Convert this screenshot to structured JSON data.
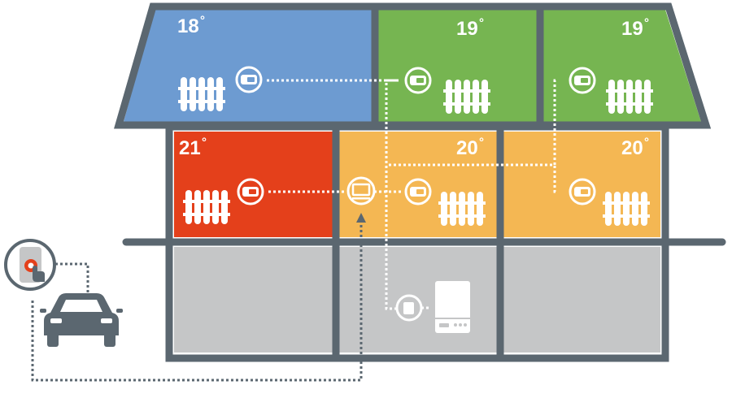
{
  "colors": {
    "frame": "#5b6770",
    "blue": "#6d9bd1",
    "green": "#76b551",
    "red": "#e4401b",
    "orange": "#f4b753",
    "grey": "#c5c6c7"
  },
  "rooms": {
    "attic_left": {
      "temp": "18",
      "unit": "°"
    },
    "attic_mid": {
      "temp": "19",
      "unit": "°"
    },
    "attic_right": {
      "temp": "19",
      "unit": "°"
    },
    "floor_left": {
      "temp": "21",
      "unit": "°"
    },
    "floor_mid": {
      "temp": "20",
      "unit": "°"
    },
    "floor_right": {
      "temp": "20",
      "unit": "°"
    }
  },
  "icons": [
    "radiator-icon",
    "thermostat-valve-icon",
    "control-unit-icon",
    "boiler-icon",
    "smartphone-touch-icon",
    "car-icon"
  ]
}
